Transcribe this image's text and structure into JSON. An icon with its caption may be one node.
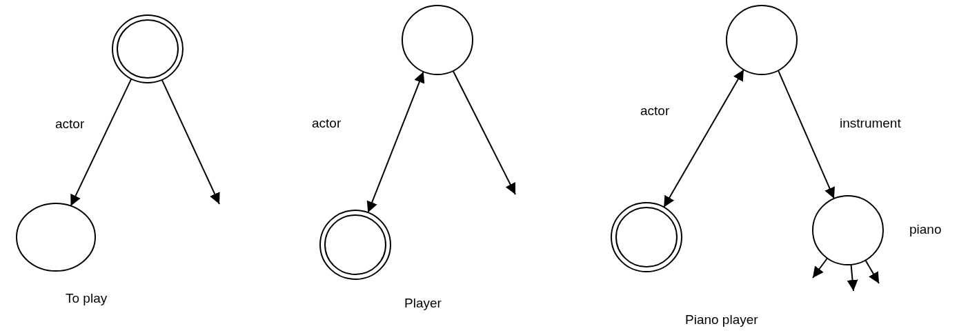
{
  "diagram": {
    "nodes": [
      {
        "text": [],
        "shape": "double-circle"
      },
      {
        "text": [],
        "shape": "circle"
      },
      {
        "text": [],
        "shape": "circle"
      },
      {
        "text": [],
        "shape": "double-circle"
      },
      {
        "text": [],
        "shape": "circle"
      },
      {
        "text": [],
        "shape": "double-circle"
      },
      {
        "text": [],
        "shape": "circle",
        "beside": [
          "piano"
        ]
      }
    ],
    "edges": [
      {
        "from": 0,
        "to": 1,
        "arrow": "to",
        "label": "actor"
      },
      {
        "from": 0,
        "to": null,
        "arrow": "to"
      },
      {
        "from": 2,
        "to": 3,
        "arrow": "both",
        "label": "actor"
      },
      {
        "from": 2,
        "to": null,
        "arrow": "to"
      },
      {
        "from": 4,
        "to": 5,
        "arrow": "both",
        "label": "actor"
      },
      {
        "from": 4,
        "to": 6,
        "arrow": "to",
        "label": "instrument"
      },
      {
        "from": 6,
        "to": null,
        "arrow": "to"
      },
      {
        "from": 6,
        "to": null,
        "arrow": "to"
      },
      {
        "from": 6,
        "to": null,
        "arrow": "to"
      }
    ],
    "labels": [
      "To play",
      "Player",
      "Piano player"
    ]
  }
}
